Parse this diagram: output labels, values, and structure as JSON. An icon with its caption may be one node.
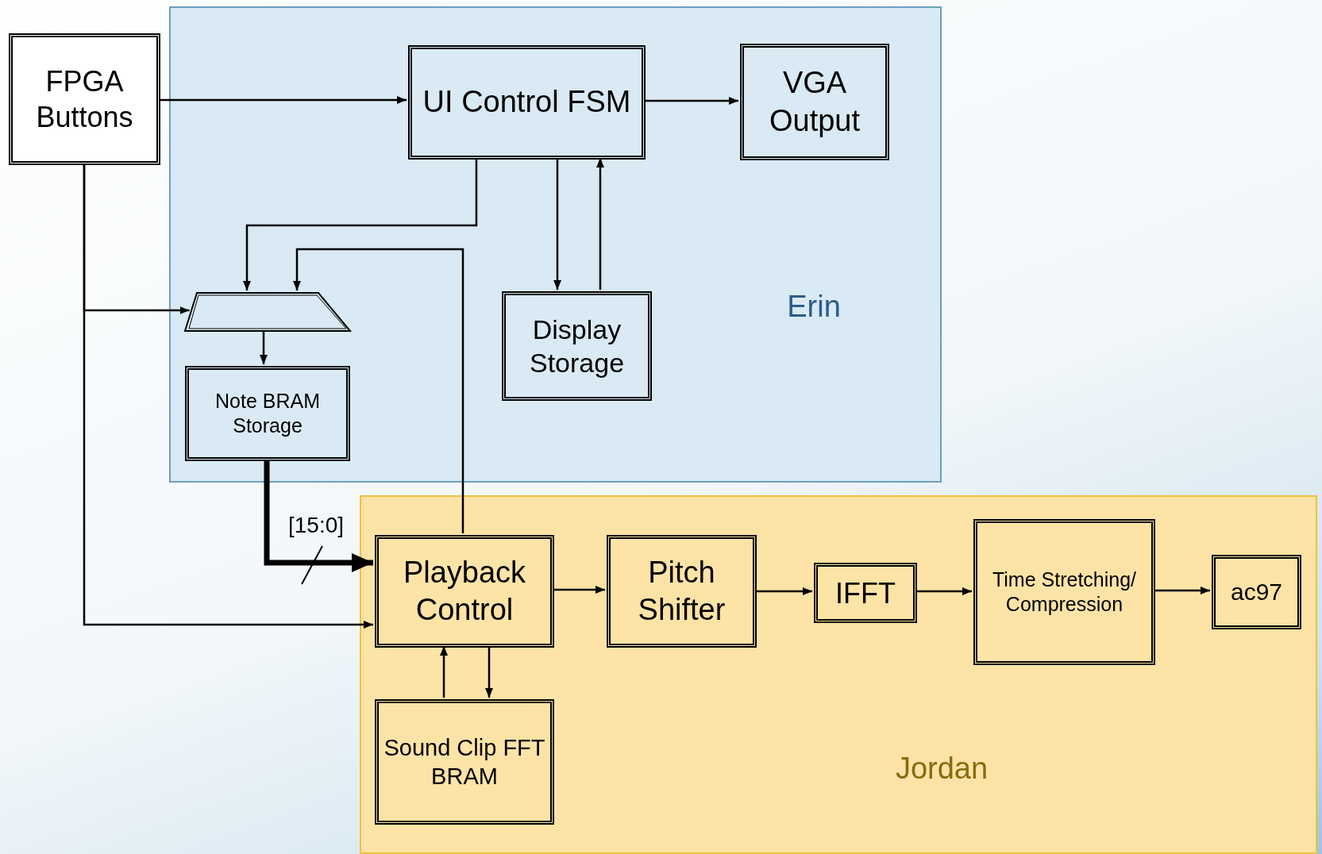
{
  "diagram": {
    "nodes": [
      {
        "text": [
          "Erin"
        ]
      },
      {
        "text": [
          "Jordan"
        ]
      },
      {
        "text": [
          "FPGA Buttons"
        ]
      },
      {
        "text": [
          "UI Control FSM"
        ],
        "in": 0
      },
      {
        "text": [
          "VGA Output"
        ],
        "in": 0
      },
      {
        "text": [],
        "shape": "trapezoid",
        "in": 0
      },
      {
        "text": [
          "Note BRAM Storage"
        ],
        "in": 0
      },
      {
        "text": [
          "Display Storage"
        ],
        "in": 0
      },
      {
        "text": [
          "Playback Control"
        ],
        "in": 1
      },
      {
        "text": [
          "Pitch Shifter"
        ],
        "in": 1
      },
      {
        "text": [
          "IFFT"
        ],
        "in": 1
      },
      {
        "text": [
          "Time Stretching/ Compression"
        ],
        "in": 1
      },
      {
        "text": [
          "ac97"
        ],
        "in": 1
      },
      {
        "text": [
          "Sound Clip FFT BRAM"
        ],
        "in": 1
      }
    ],
    "edges": [
      {
        "from": 2,
        "to": 3,
        "arrow": "to"
      },
      {
        "from": 3,
        "to": 4,
        "arrow": "to"
      },
      {
        "from": 3,
        "to": 5,
        "arrow": "to"
      },
      {
        "from": 8,
        "to": 5,
        "arrow": "to"
      },
      {
        "from": 3,
        "to": 7,
        "arrow": "to"
      },
      {
        "from": 7,
        "to": 3,
        "arrow": "to"
      },
      {
        "from": 2,
        "to": 5,
        "arrow": "to"
      },
      {
        "from": 2,
        "to": 8,
        "arrow": "to"
      },
      {
        "from": 5,
        "to": 6,
        "arrow": "to"
      },
      {
        "from": 6,
        "to": 8,
        "arrow": "to",
        "label": "[15:0]",
        "style": "thick"
      },
      {
        "from": 8,
        "to": 9,
        "arrow": "to"
      },
      {
        "from": 9,
        "to": 10,
        "arrow": "to"
      },
      {
        "from": 10,
        "to": 11,
        "arrow": "to"
      },
      {
        "from": 11,
        "to": 12,
        "arrow": "to"
      },
      {
        "from": 13,
        "to": 8,
        "arrow": "to"
      },
      {
        "from": 8,
        "to": 13,
        "arrow": "to"
      }
    ]
  }
}
